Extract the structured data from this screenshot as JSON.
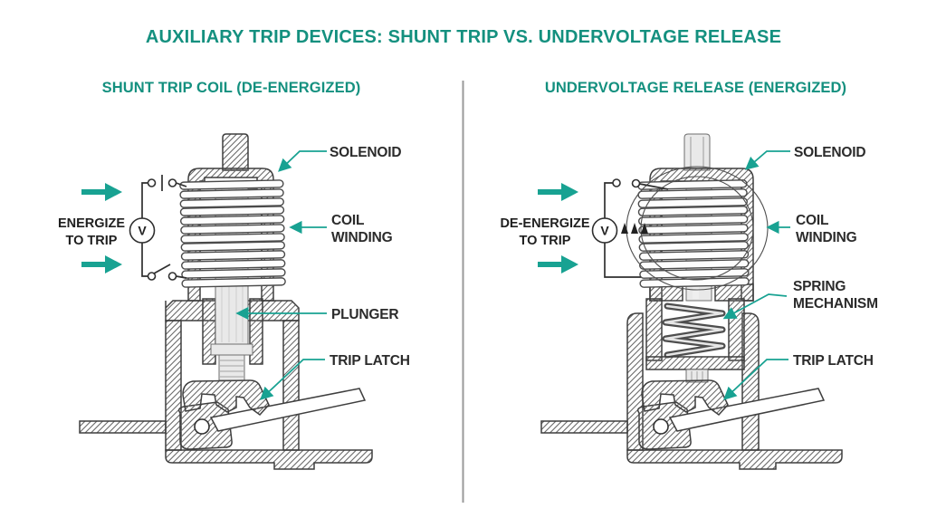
{
  "title": "AUXILIARY TRIP DEVICES: SHUNT TRIP VS. UNDERVOLTAGE RELEASE",
  "colors": {
    "accent_text": "#14907f",
    "accent_graphic": "#18a292",
    "ink": "#2b2b2b",
    "line_art": "#3f3f3f",
    "divider": "#9a9a9a"
  },
  "left_panel": {
    "subtitle": "SHUNT TRIP COIL (DE-ENERGIZED)",
    "action_line1": "ENERGIZE",
    "action_line2": "TO TRIP",
    "meter_label": "V",
    "labels": {
      "solenoid": "SOLENOID",
      "coil_line1": "COIL",
      "coil_line2": "WINDING",
      "plunger": "PLUNGER",
      "trip_latch": "TRIP LATCH"
    }
  },
  "right_panel": {
    "subtitle": "UNDERVOLTAGE RELEASE (ENERGIZED)",
    "action_line1": "DE-ENERGIZE",
    "action_line2": "TO TRIP",
    "meter_label": "V",
    "labels": {
      "solenoid": "SOLENOID",
      "coil_line1": "COIL",
      "coil_line2": "WINDING",
      "spring_line1": "SPRING",
      "spring_line2": "MECHANISM",
      "trip_latch": "TRIP LATCH"
    }
  }
}
